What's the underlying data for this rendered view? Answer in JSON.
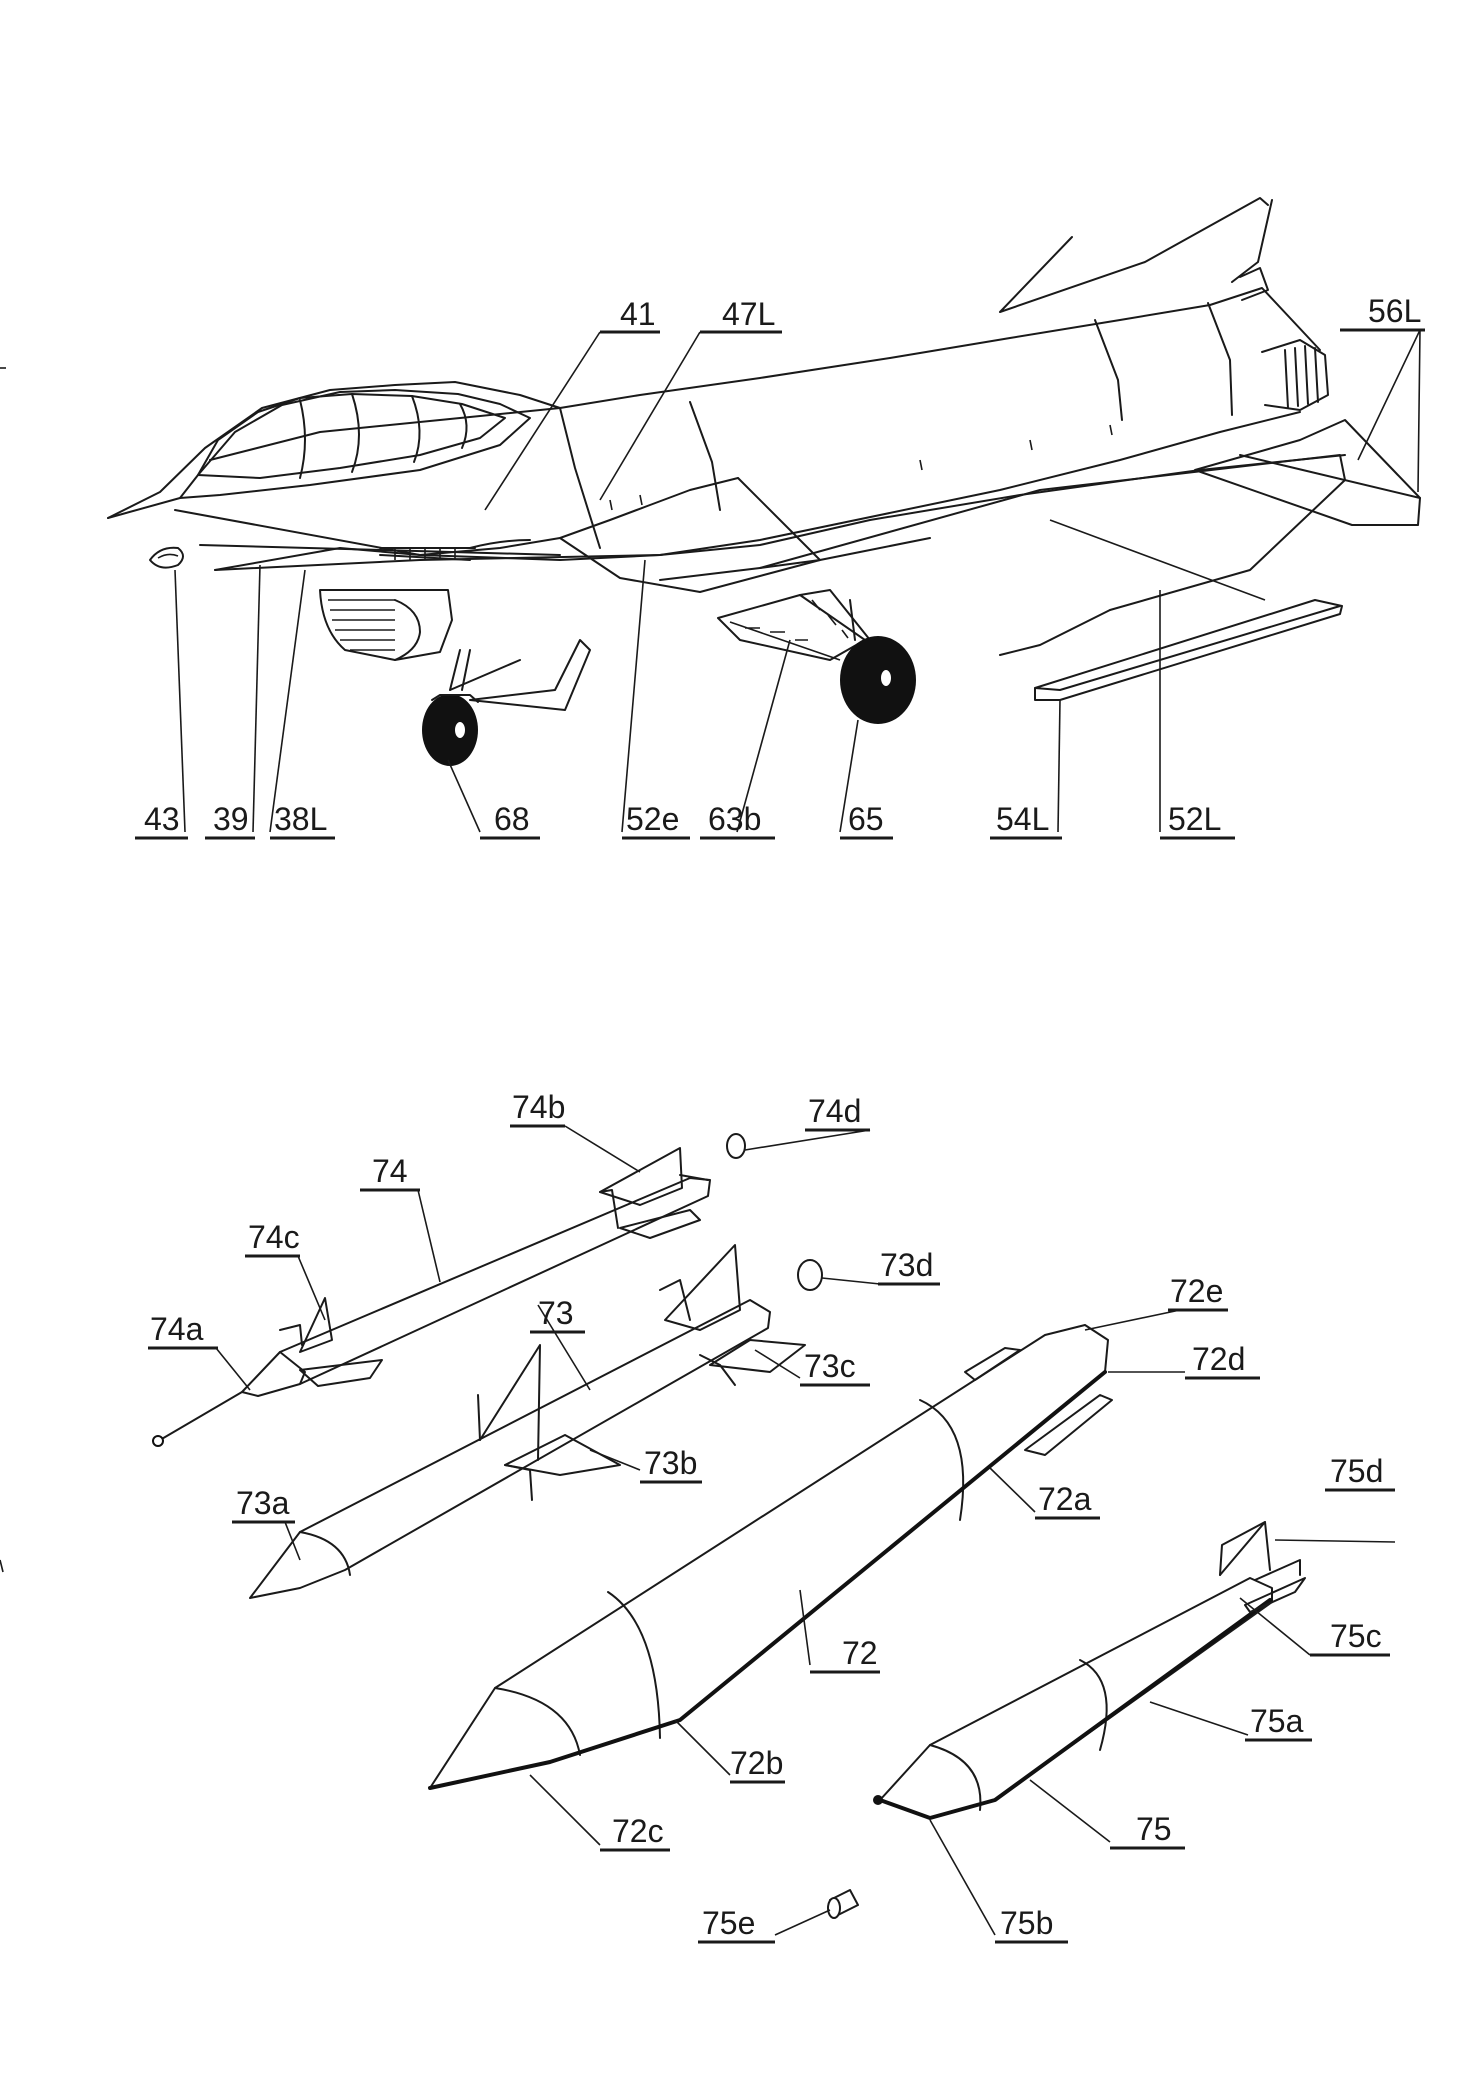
{
  "aircraft_labels": {
    "l41": "41",
    "l47L": "47L",
    "l56L": "56L",
    "l43": "43",
    "l39": "39",
    "l38L": "38L",
    "l68": "68",
    "l52e": "52e",
    "l63b": "63b",
    "l65": "65",
    "l54L": "54L",
    "l52L": "52L"
  },
  "stores_labels": {
    "l74b": "74b",
    "l74d": "74d",
    "l74": "74",
    "l74c": "74c",
    "l73d": "73d",
    "l72e": "72e",
    "l73": "73",
    "l74a": "74a",
    "l73c": "73c",
    "l72d": "72d",
    "l73b": "73b",
    "l73a": "73a",
    "l72a": "72a",
    "l75d": "75d",
    "l75c": "75c",
    "l72": "72",
    "l75a": "75a",
    "l72b": "72b",
    "l75": "75",
    "l72c": "72c",
    "l75e": "75e",
    "l75b": "75b"
  }
}
